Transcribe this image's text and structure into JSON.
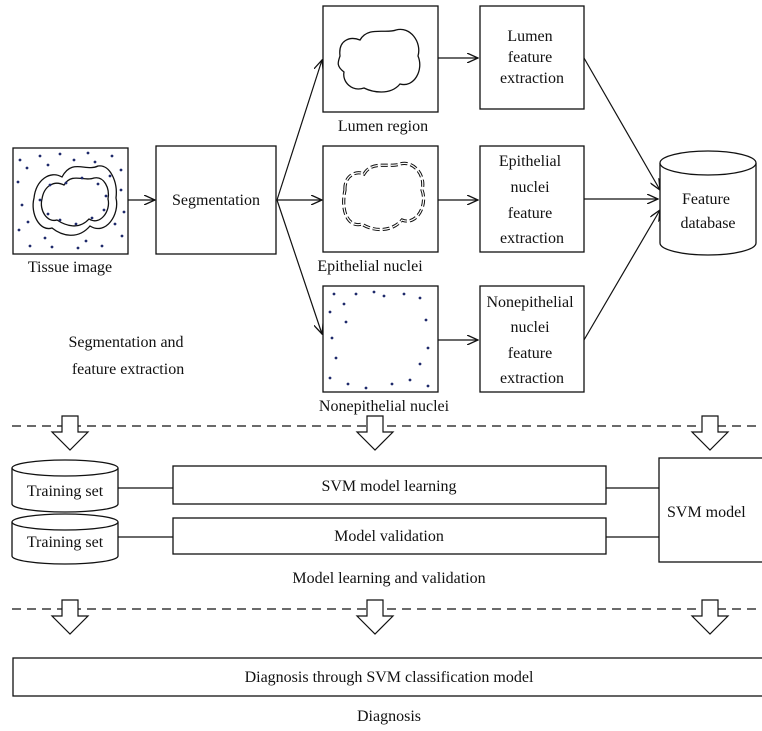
{
  "stage1": {
    "tissue_image_label": "Tissue image",
    "segmentation_label": "Segmentation",
    "lumen_region_label": "Lumen region",
    "epithelial_nuclei_label": "Epithelial nuclei",
    "nonepithelial_nuclei_label": "Nonepithelial nuclei",
    "lumen_extraction_lines": [
      "Lumen",
      "feature",
      "extraction"
    ],
    "epithelial_extraction_lines": [
      "Epithelial",
      "nuclei",
      "feature",
      "extraction"
    ],
    "nonepithelial_extraction_lines": [
      "Nonepithelial",
      "nuclei",
      "feature",
      "extraction"
    ],
    "feature_database_lines": [
      "Feature",
      "database"
    ],
    "stage_caption_lines": [
      "Segmentation and",
      "feature extraction"
    ]
  },
  "stage2": {
    "training_set_1": "Training set",
    "training_set_2": "Training set",
    "svm_learning_label": "SVM model learning",
    "validation_label": "Model validation",
    "svm_model_label": "SVM model",
    "stage_caption": "Model learning and validation"
  },
  "stage3": {
    "diagnosis_box_label": "Diagnosis through SVM classification model",
    "stage_caption": "Diagnosis"
  },
  "colors": {
    "stroke": "#111111",
    "nuclei_dot": "#1f2a6b"
  }
}
